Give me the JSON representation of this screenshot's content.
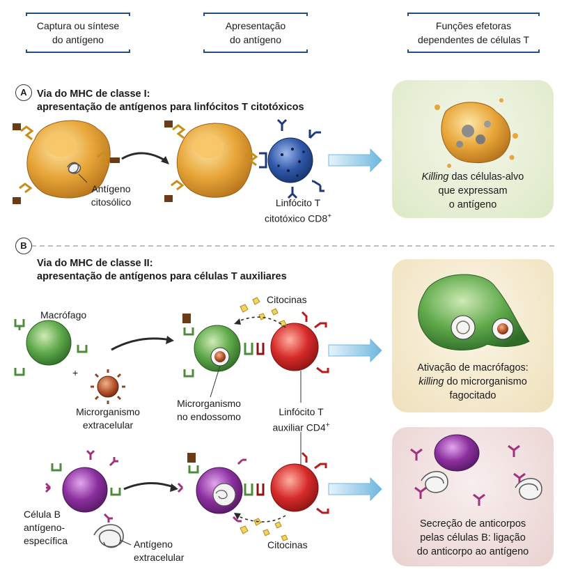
{
  "headers": {
    "col1_line1": "Captura ou síntese",
    "col1_line2": "do antígeno",
    "col2_line1": "Apresentação",
    "col2_line2": "do antígeno",
    "col3_line1": "Funções efetoras",
    "col3_line2": "dependentes de células T"
  },
  "section_a": {
    "badge": "A",
    "title_line1": "Via do MHC de classe I:",
    "title_line2": "apresentação de antígenos para linfócitos T citotóxicos",
    "antigen_line1": "Antígeno",
    "antigen_line2": "citosólico",
    "tcell_line1": "Linfócito T",
    "tcell_line2": "citotóxico CD8",
    "tcell_sup": "+",
    "effect_italic": "Killing",
    "effect_rest1": " das células-alvo",
    "effect_line2": "que expressam",
    "effect_line3": "o antígeno"
  },
  "section_b": {
    "badge": "B",
    "title_line1": "Via do MHC de classe II:",
    "title_line2": "apresentação de antígenos para células T auxiliares",
    "macrophage": "Macrófago",
    "plus": "+",
    "microbe_line1": "Microrganismo",
    "microbe_line2": "extracelular",
    "cytokines_top": "Citocinas",
    "endosome_line1": "Microrganismo",
    "endosome_line2": "no endossomo",
    "helper_line1": "Linfócito T",
    "helper_line2": "auxiliar CD4",
    "helper_sup": "+",
    "macro_effect_line1": "Ativação de macrófagos:",
    "macro_effect_italic": "killing",
    "macro_effect_rest2": " do microrganismo",
    "macro_effect_line3": "fagocitado",
    "bcell_line1": "Célula B",
    "bcell_line2": "antígeno-",
    "bcell_line3": "específica",
    "ext_antigen_line1": "Antígeno",
    "ext_antigen_line2": "extracelular",
    "cytokines_bottom": "Citocinas",
    "b_effect_line1": "Secreção de anticorpos",
    "b_effect_line2": "pelas células B: ligação",
    "b_effect_line3": "do anticorpo ao antígeno"
  },
  "colors": {
    "header_border": "#1f4f85",
    "apc_orange": "#e8a63a",
    "ctl_blue": "#2f57a8",
    "macrophage_green": "#5ea84a",
    "helper_red": "#d62a2a",
    "bcell_purple": "#8b2f9e",
    "panel_green": "#e8f0d8",
    "panel_yellow": "#f7eed6",
    "panel_pink": "#f2e2e2",
    "arrow_blue": "#8fc6e6"
  }
}
